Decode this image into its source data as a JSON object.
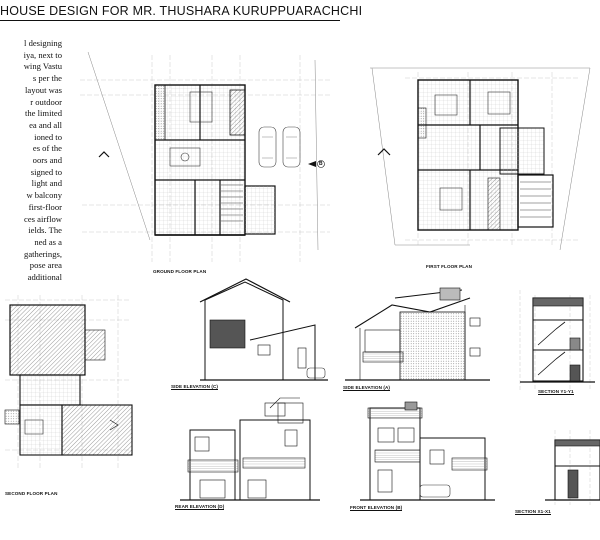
{
  "title": "HOUSE DESIGN FOR MR. THUSHARA KURUPPUARACHCHI",
  "description_lines": [
    "l designing",
    "iya, next to",
    "wing Vastu",
    "s per the",
    "layout was",
    "r outdoor",
    "the limited",
    "ea and all",
    "ioned to",
    "es of the",
    "oors and",
    "signed to",
    "light and",
    "w balcony",
    "first-floor",
    "ces airflow",
    "ields. The",
    "ned as a",
    "gatherings,",
    "pose area",
    "additional"
  ],
  "drawings": {
    "ground_floor": "GROUND FLOOR PLAN",
    "first_floor": "FIRST FLOOR PLAN",
    "second_floor": "SECOND FLOOR PLAN",
    "side_elevation_c": "SIDE ELEVATION (C)",
    "side_elevation_a": "SIDE ELEVATION (A)",
    "section_y1": "SECTION Y1-Y1",
    "rear_elevation": "REAR ELEVATION (D)",
    "front_elevation": "FRONT ELEVATION (B)",
    "section_x1": "SECTION X1-X1"
  },
  "markers": {
    "ground_b": "B"
  }
}
